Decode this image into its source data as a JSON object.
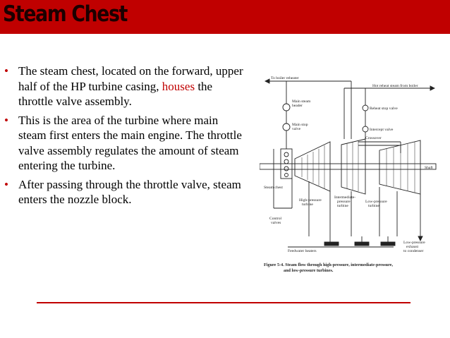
{
  "slide": {
    "title": "Steam Chest",
    "accent_color": "#c00000",
    "bullets": [
      {
        "pre": "The steam chest, located on the forward, upper half of the HP turbine casing, ",
        "highlight": "houses",
        "post": " the throttle valve assembly."
      },
      {
        "pre": " This is the area of the turbine where main steam first enters the main engine. The throttle valve assembly regulates the amount of steam entering the turbine.",
        "highlight": "",
        "post": ""
      },
      {
        "pre": "After passing through the throttle valve, steam enters the nozzle block.",
        "highlight": "",
        "post": ""
      }
    ]
  },
  "diagram": {
    "labels": {
      "to_boiler": "To boiler reheater",
      "hot_reheat": "Hot reheat steam from boiler",
      "main_header": [
        "Main steam",
        "header"
      ],
      "main_stop": [
        "Main stop",
        "valve"
      ],
      "reheat_stop": "Reheat stop valve",
      "intercept": "Intercept valve",
      "crossover": "Crossover",
      "shaft": "Shaft",
      "steam_chest": "Steam chest",
      "hp": [
        "High-pressure",
        "turbine"
      ],
      "ip": [
        "Intermediate-",
        "pressure",
        "turbine"
      ],
      "lp": [
        "Low-pressure",
        "turbine"
      ],
      "control": [
        "Control",
        "valves"
      ],
      "lp_exhaust": [
        "Low-pressure",
        "exhaust",
        "to condenser"
      ],
      "feedwater": "Feedwater heaters"
    },
    "caption": [
      "Figure 5-4.  Steam flow through high-pressure, intermediate-pressure,",
      "and low-pressure turbines."
    ]
  }
}
